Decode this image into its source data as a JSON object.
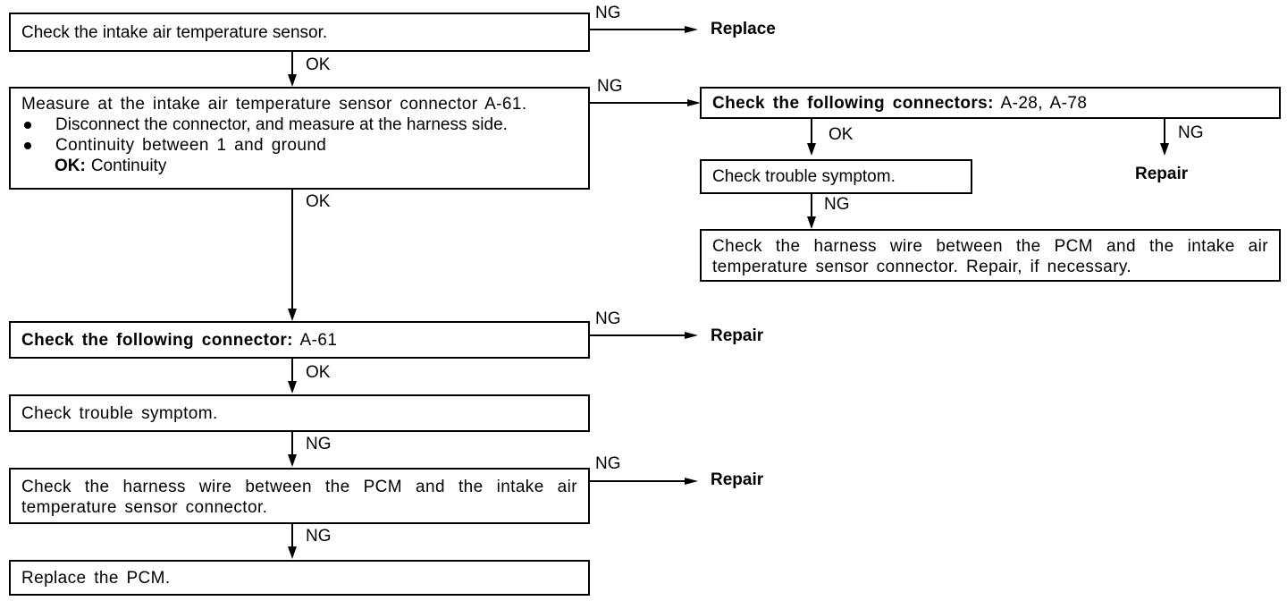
{
  "boxes": {
    "check_iat_sensor": "Check the intake air temperature sensor.",
    "measure_connector": {
      "title": "Measure at the intake air temperature sensor connector A-61.",
      "bullet_1": "Disconnect the connector, and measure at the harness side.",
      "bullet_2": "Continuity between 1 and ground",
      "spec_label": "OK:",
      "spec_value": "Continuity"
    },
    "check_connectors_a28_a78": {
      "bold": "Check the following connectors:",
      "rest": "A-28, A-78"
    },
    "check_trouble_symptom_right": "Check trouble symptom.",
    "check_harness_right": "Check the harness wire between the PCM and the intake air temperature sensor connector. Repair, if necessary.",
    "check_connector_a61": {
      "bold": "Check the following connector:",
      "rest": "A-61"
    },
    "check_trouble_symptom_left": "Check trouble symptom.",
    "check_harness_left": "Check the harness wire between the PCM and the intake air temperature sensor connector.",
    "replace_pcm": "Replace the PCM."
  },
  "labels": {
    "ng_1": "NG",
    "ok_1": "OK",
    "ng_2": "NG",
    "ok_2": "OK",
    "ok_right": "OK",
    "ng_right_repair": "NG",
    "ng_right_symptom": "NG",
    "ng_3": "NG",
    "ok_3": "OK",
    "ng_4": "NG",
    "ng_5": "NG",
    "ng_6": "NG"
  },
  "results": {
    "replace": "Replace",
    "repair_right": "Repair",
    "repair_a61": "Repair",
    "repair_harness": "Repair"
  },
  "colors": {
    "stroke": "#000000",
    "background": "#ffffff"
  }
}
